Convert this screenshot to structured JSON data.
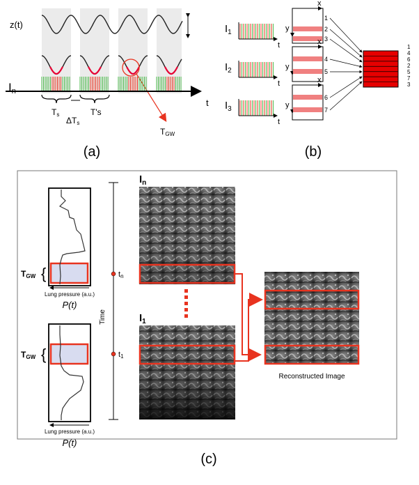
{
  "panel_a": {
    "caption": "(a)",
    "z_label": "z(t)",
    "in_label": "I",
    "in_sub": "n",
    "t_label": "t",
    "ts_label": "T",
    "ts_sub": "s",
    "dts_label": "ΔT",
    "dts_sub": "s",
    "tps_label": "T's",
    "tgw_label": "T",
    "tgw_sub": "GW"
  },
  "panel_b": {
    "caption": "(b)",
    "rows": [
      {
        "label": "I",
        "sub": "1",
        "bands": [
          "1",
          "2",
          "3"
        ]
      },
      {
        "label": "I",
        "sub": "2",
        "bands": [
          "4",
          "5"
        ]
      },
      {
        "label": "I",
        "sub": "3",
        "bands": [
          "6",
          "7"
        ]
      }
    ],
    "x_label": "x",
    "y_label": "y",
    "t_label": "t",
    "output_order": [
      "1",
      "4",
      "6",
      "2",
      "5",
      "7",
      "3"
    ],
    "colors": {
      "stack": "#e60000",
      "band": "#f08080"
    }
  },
  "panel_c": {
    "caption": "(c)",
    "tgw_label": "T",
    "tgw_sub": "GW",
    "lung_label": "Lung pressure (a.u.)",
    "pt_label": "P(t)",
    "time_label": "Time",
    "tn_label": "t",
    "tn_sub": "n",
    "t1_label": "t",
    "t1_sub": "1",
    "in_label": "I",
    "in_sub": "n",
    "i1_label": "I",
    "i1_sub": "1",
    "reconstructed_label": "Reconstructed Image",
    "colors": {
      "highlight": "#e8331f",
      "window": "#d8dcf0"
    }
  }
}
